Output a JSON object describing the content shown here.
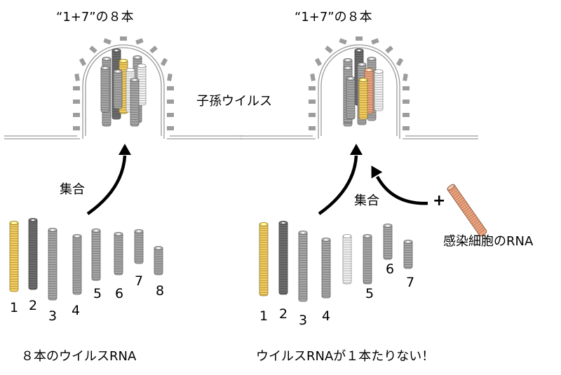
{
  "left_panel": {
    "title": "“1+7”の８本",
    "assembly_label": "集合",
    "caption": "８本のウイルスRNA",
    "segment_numbers": [
      "1",
      "2",
      "3",
      "4",
      "5",
      "6",
      "7",
      "8"
    ]
  },
  "center_label": "子孫ウイルス",
  "right_panel": {
    "title": "“1+7”の８本",
    "assembly_label": "集合",
    "plus_sign": "+",
    "host_rna_label": "感染細胞のRNA",
    "caption": "ウイルスRNAが１本たりない！",
    "segment_numbers": [
      "1",
      "2",
      "3",
      "4",
      "5",
      "6",
      "7"
    ]
  },
  "colors": {
    "yellow": "#f3cc5c",
    "dark": "#6e6e6e",
    "gray": "#a6a6a6",
    "white": "#f2f2f2",
    "orange": "#f0a57e",
    "membrane": "#9a9a9a"
  }
}
